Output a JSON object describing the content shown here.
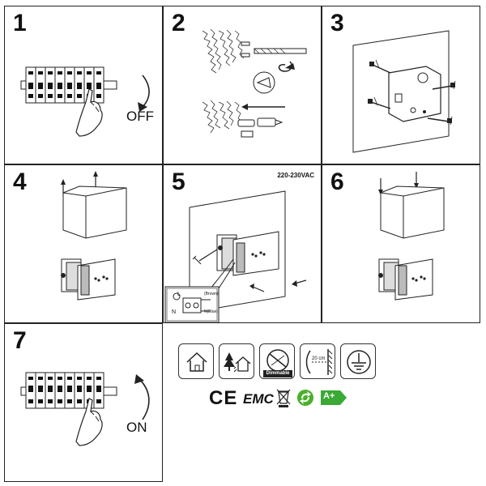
{
  "steps": [
    {
      "number": "1",
      "label": "OFF"
    },
    {
      "number": "2"
    },
    {
      "number": "3"
    },
    {
      "number": "4"
    },
    {
      "number": "5",
      "voltage": "220-230VAC",
      "terminal": {
        "live": "L",
        "live_wire": "(Brown)",
        "neutral": "N",
        "neutral_wire": "N(Blue)"
      }
    },
    {
      "number": "6"
    },
    {
      "number": "7",
      "label": "ON"
    }
  ],
  "icons": [
    {
      "name": "indoor-house-icon"
    },
    {
      "name": "outdoor-tree-house-icon"
    },
    {
      "name": "dimmable-icon",
      "caption": "Dimmable"
    },
    {
      "name": "distance-20cm-icon",
      "caption": "20 cm"
    },
    {
      "name": "ground-earth-icon"
    }
  ],
  "certifications": {
    "ce": "CE",
    "emc": "EMC",
    "energy": "A+"
  },
  "colors": {
    "line": "#222222",
    "energy_green": "#3aa935",
    "recycle_green": "#4caf2a"
  }
}
